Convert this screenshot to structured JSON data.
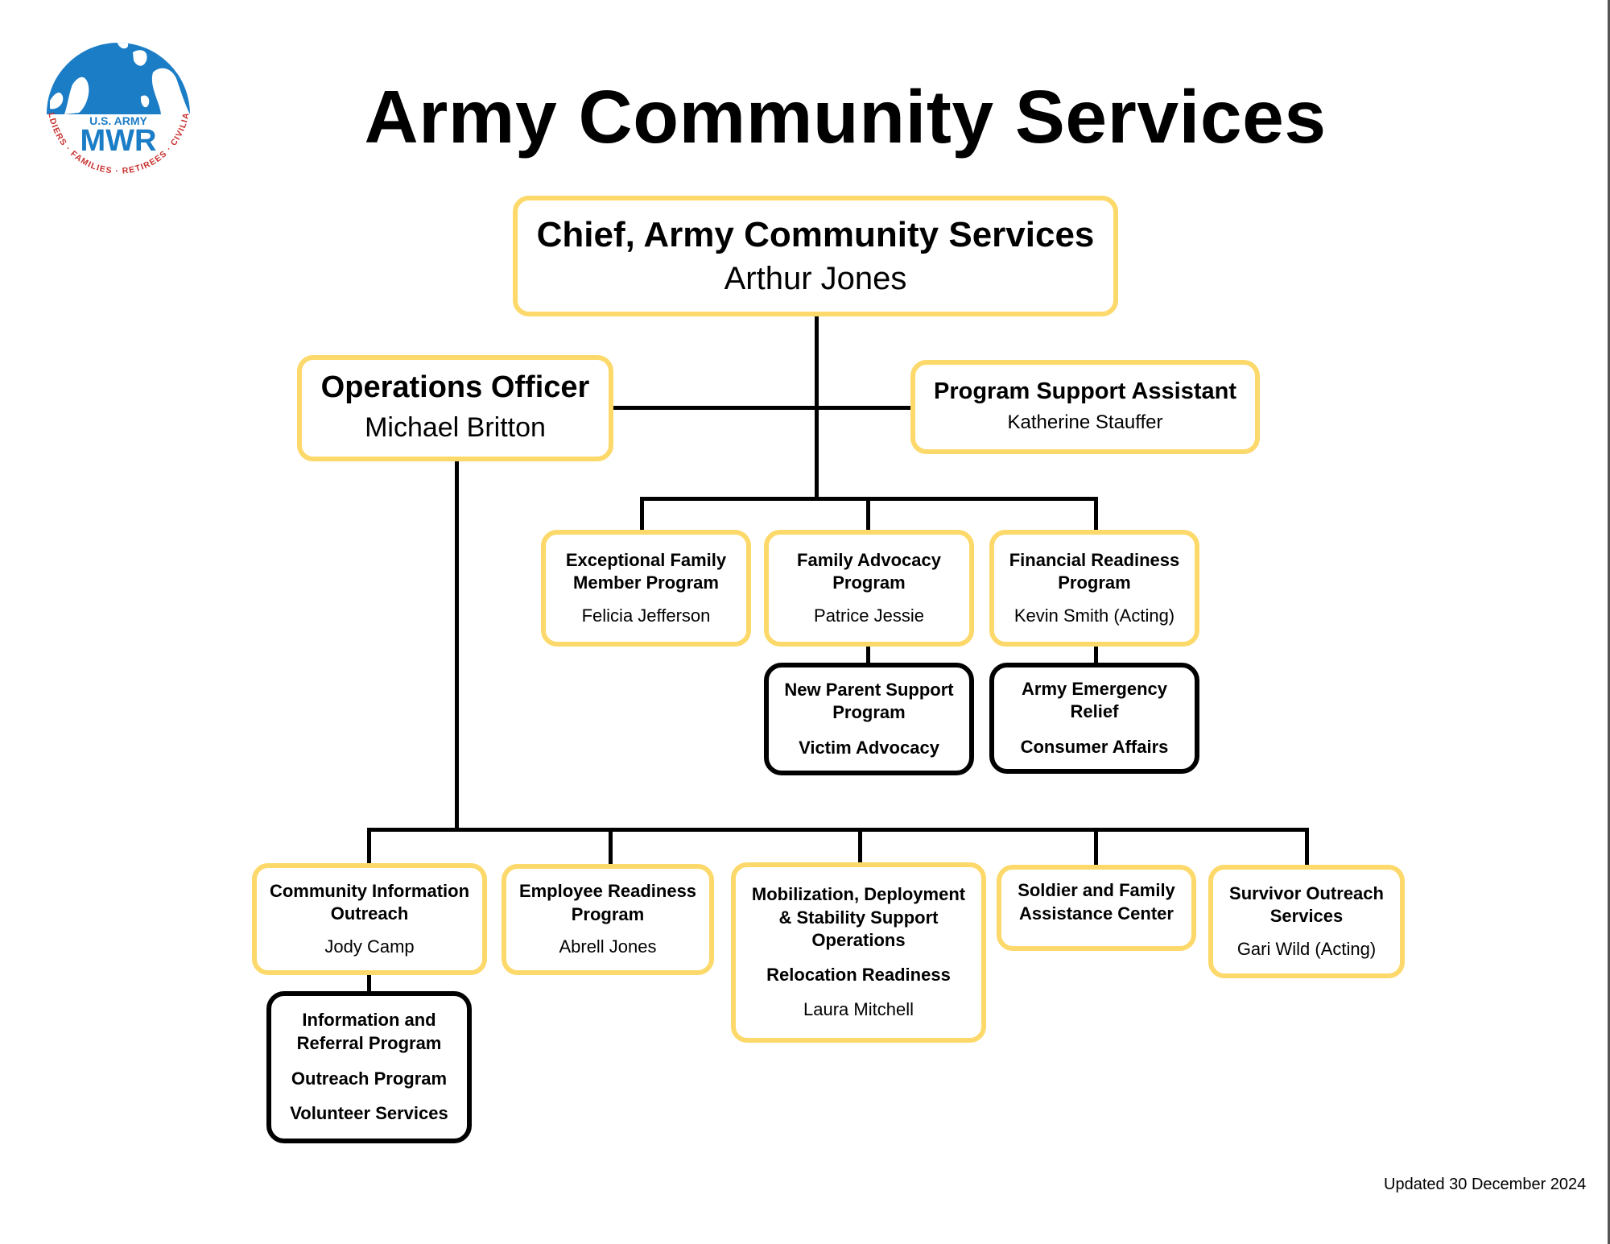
{
  "header": {
    "title": "Army Community Services",
    "logo": {
      "name": "us-army-mwr-logo",
      "top_text": "U.S. ARMY",
      "main_text": "MWR",
      "ring_text": "SOLDIERS · FAMILIES · RETIREES · CIVILIANS",
      "colors": {
        "globe_blue": "#1B7DC6",
        "ring_red": "#C8302E"
      }
    }
  },
  "colors": {
    "primary_border": "#FCD96A",
    "sub_border": "#000000",
    "connector": "#000000"
  },
  "chief": {
    "title": "Chief, Army Community Services",
    "name": "Arthur Jones"
  },
  "operations_officer": {
    "title": "Operations Officer",
    "name": "Michael Britton"
  },
  "program_support": {
    "title": "Program Support Assistant",
    "name": "Katherine Stauffer"
  },
  "chief_programs": [
    {
      "title_line1": "Exceptional Family",
      "title_line2": "Member Program",
      "name": "Felicia Jefferson"
    },
    {
      "title_line1": "Family Advocacy",
      "title_line2": "Program",
      "name": "Patrice Jessie",
      "sub": {
        "line1": "New Parent Support",
        "line2": "Program",
        "line3": "Victim Advocacy"
      }
    },
    {
      "title_line1": "Financial Readiness",
      "title_line2": "Program",
      "name": "Kevin Smith (Acting)",
      "sub": {
        "line1": "Army Emergency",
        "line2": "Relief",
        "line3": "Consumer Affairs"
      }
    }
  ],
  "ops_programs": [
    {
      "title_line1": "Community Information",
      "title_line2": "Outreach",
      "name": "Jody Camp",
      "sub": {
        "line1": "Information and",
        "line2": "Referral Program",
        "line3": "Outreach Program",
        "line4": "Volunteer Services"
      }
    },
    {
      "title_line1": "Employee Readiness",
      "title_line2": "Program",
      "name": "Abrell Jones"
    },
    {
      "title_line1": "Mobilization, Deployment",
      "title_line2": "& Stability Support",
      "title_line3": "Operations",
      "subtitle": "Relocation Readiness",
      "name": "Laura Mitchell"
    },
    {
      "title_line1": "Soldier and Family",
      "title_line2": "Assistance Center"
    },
    {
      "title_line1": "Survivor Outreach",
      "title_line2": "Services",
      "name": "Gari Wild (Acting)"
    }
  ],
  "footer": {
    "updated": "Updated 30 December 2024"
  }
}
